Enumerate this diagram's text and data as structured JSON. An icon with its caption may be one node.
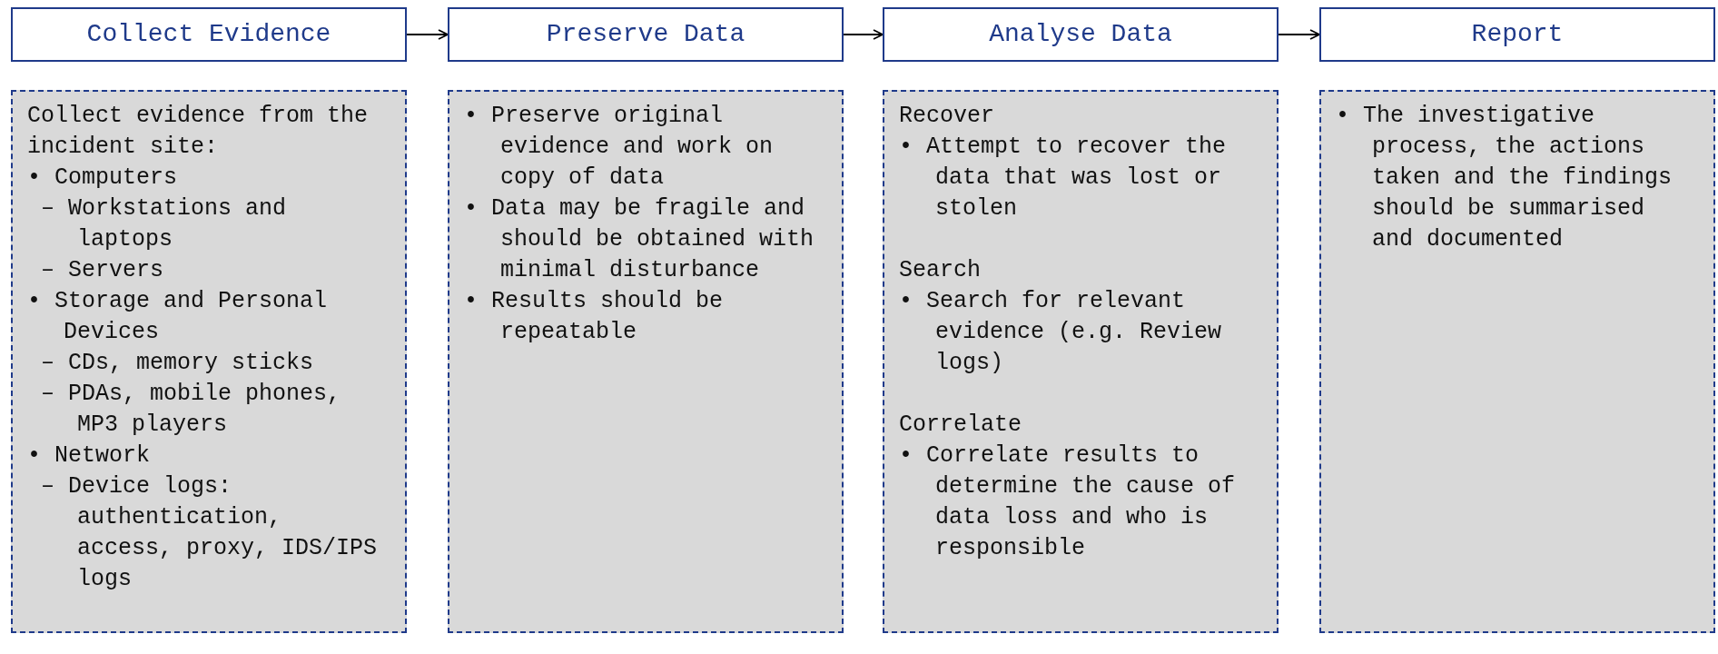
{
  "diagram": {
    "nodes": [
      {
        "text": [
          "Collect Evidence"
        ]
      },
      {
        "text": [
          "Preserve Data"
        ]
      },
      {
        "text": [
          "Analyse Data"
        ]
      },
      {
        "text": [
          "Report"
        ]
      },
      {
        "text": [
          "Collect evidence from the incident site:",
          "• Computers",
          "– Workstations and laptops",
          "– Servers",
          "• Storage and Personal Devices",
          "– CDs, memory sticks",
          "– PDAs, mobile phones, MP3 players",
          "• Network",
          "– Device logs: authentication, access, proxy, IDS/IPS logs"
        ]
      },
      {
        "text": [
          "• Preserve original evidence and work on copy of data",
          "• Data may be fragile and should be obtained with minimal disturbance",
          "• Results should be repeatable"
        ]
      },
      {
        "text": [
          "Recover",
          "• Attempt to recover the data that was lost or stolen",
          "Search",
          "• Search for relevant evidence (e.g. Review logs)",
          "Correlate",
          "• Correlate results to determine the cause of data loss and who is responsible"
        ]
      },
      {
        "text": [
          "• The investigative process, the actions taken and the findings should be summarised and documented"
        ]
      }
    ],
    "edges": [
      {
        "from": 0,
        "to": 1,
        "arrow": "to"
      },
      {
        "from": 1,
        "to": 2,
        "arrow": "to"
      },
      {
        "from": 2,
        "to": 3,
        "arrow": "to"
      }
    ]
  }
}
